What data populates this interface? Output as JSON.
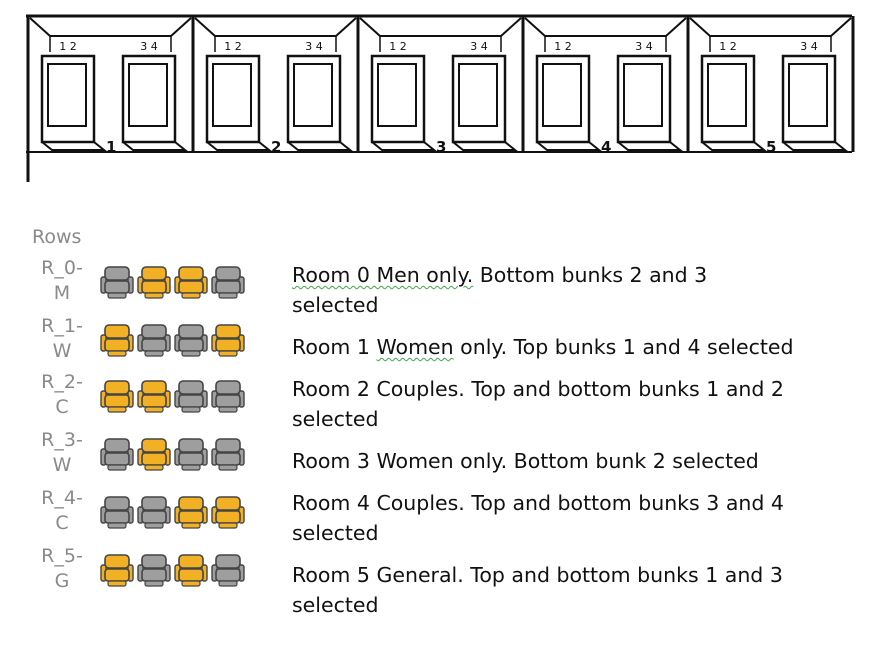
{
  "diagram": {
    "rooms": [
      {
        "number": "1",
        "bunk_labels": [
          "1 2",
          "3 4"
        ]
      },
      {
        "number": "2",
        "bunk_labels": [
          "1 2",
          "3 4"
        ]
      },
      {
        "number": "3",
        "bunk_labels": [
          "1 2",
          "3 4"
        ]
      },
      {
        "number": "4",
        "bunk_labels": [
          "1 2",
          "3 4"
        ]
      },
      {
        "number": "5",
        "bunk_labels": [
          "1 2",
          "3 4"
        ]
      }
    ]
  },
  "legend": {
    "header": "Rows",
    "colors": {
      "selected": "#f2b124",
      "unselected": "#9e9e9e",
      "outline": "#444444"
    },
    "rows": [
      {
        "label_top": "R_0-",
        "label_bottom": "M",
        "seats": [
          false,
          true,
          true,
          false
        ],
        "desc_line1": "Room 0 Men only. Bottom bunks 2 and 3",
        "desc_line2": "selected",
        "squiggle": "Room 0 Men only.",
        "desc_rest": " Bottom bunks 2 and 3"
      },
      {
        "label_top": "R_1-",
        "label_bottom": "W",
        "seats": [
          true,
          false,
          false,
          true
        ],
        "desc_line1": "Room 1 Women only. Top bunks 1 and 4 selected",
        "desc_line2": "",
        "squiggle_pre": "Room 1 ",
        "squiggle": "Women",
        "desc_rest": " only. Top bunks 1 and 4 selected"
      },
      {
        "label_top": "R_2-",
        "label_bottom": "C",
        "seats": [
          true,
          true,
          false,
          false
        ],
        "desc_line1": "Room 2 Couples. Top and bottom bunks 1 and 2",
        "desc_line2": "selected"
      },
      {
        "label_top": "R_3-",
        "label_bottom": "W",
        "seats": [
          false,
          true,
          false,
          false
        ],
        "desc_line1": "Room 3 Women only. Bottom bunk 2 selected",
        "desc_line2": ""
      },
      {
        "label_top": "R_4-",
        "label_bottom": "C",
        "seats": [
          false,
          false,
          true,
          true
        ],
        "desc_line1": "Room 4 Couples. Top and bottom bunks 3 and 4",
        "desc_line2": "selected"
      },
      {
        "label_top": "R_5-",
        "label_bottom": "G",
        "seats": [
          true,
          false,
          true,
          false
        ],
        "desc_line1": "Room 5 General. Top and bottom bunks 1 and 3",
        "desc_line2": "selected"
      }
    ]
  }
}
